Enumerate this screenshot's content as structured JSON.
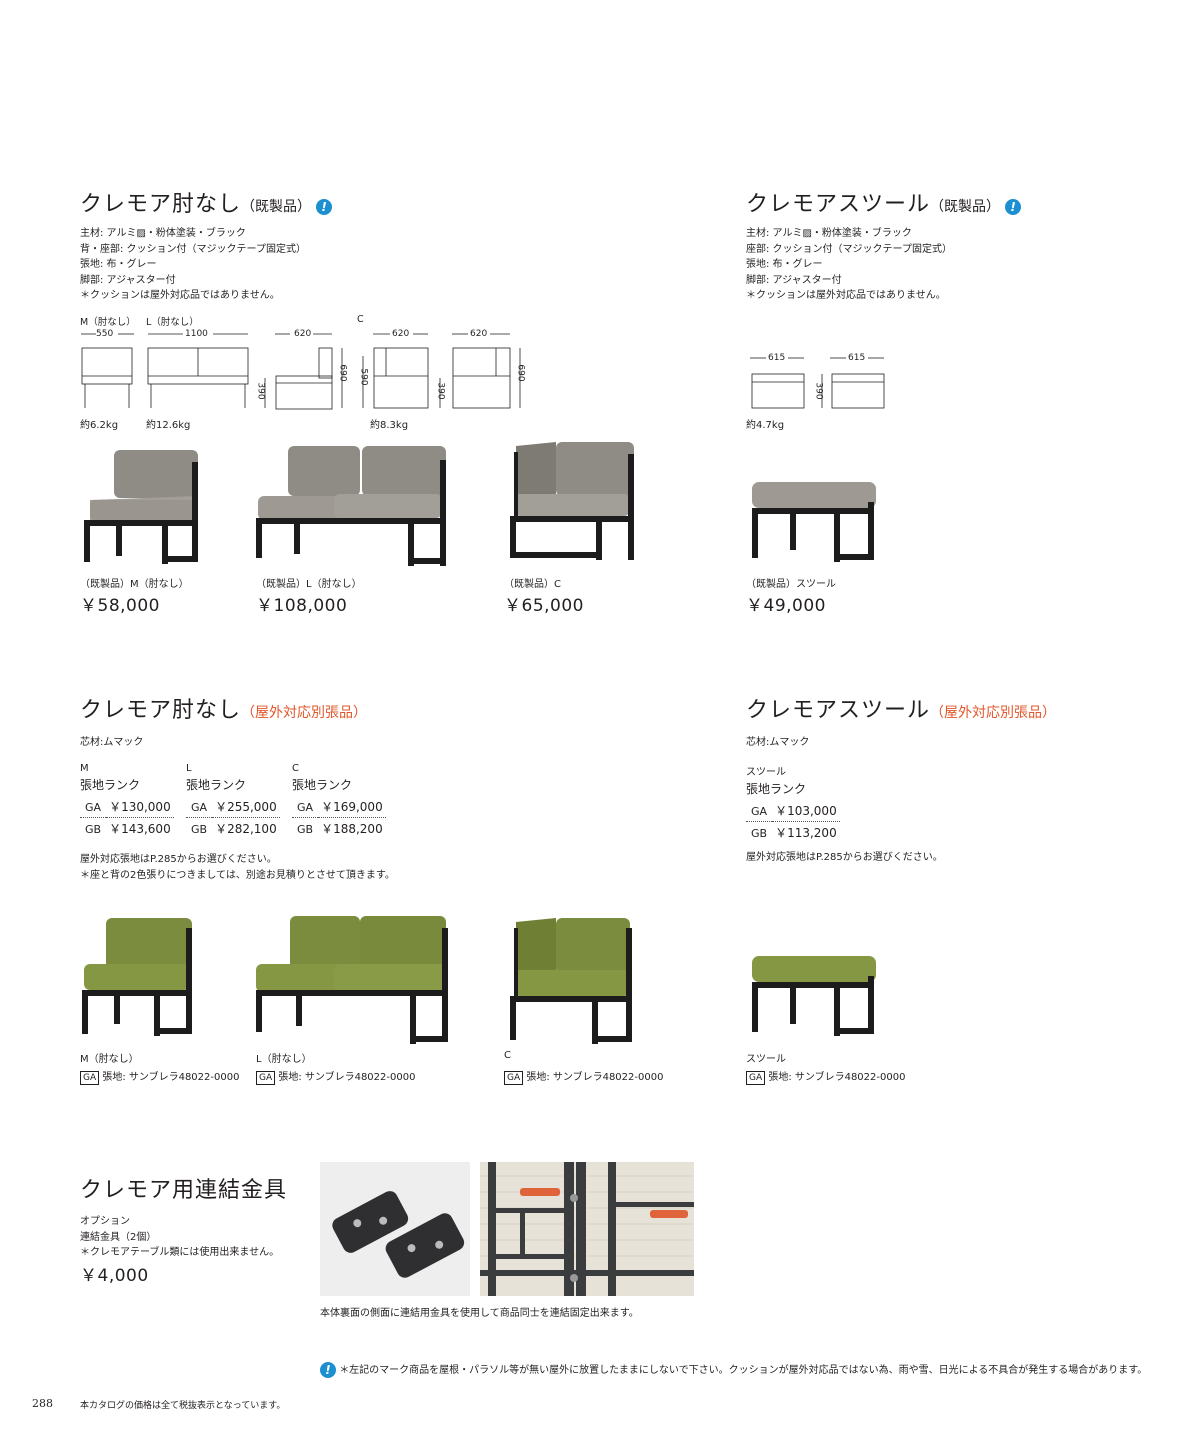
{
  "section1": {
    "title": "クレモア肘なし",
    "subtitle": "（既製品）",
    "specs": [
      "主材: アルミ▨・粉体塗装・ブラック",
      "背・座部: クッション付（マジックテープ固定式）",
      "張地: 布・グレー",
      "脚部: アジャスター付",
      "＊クッションは屋外対応品ではありません。"
    ],
    "dim_labels": {
      "m": "M（肘なし）",
      "l": "L（肘なし）",
      "c": "C"
    },
    "dims": {
      "w_m": "550",
      "w_l": "1100",
      "w_side": "620",
      "w_c": "620",
      "w_c2": "620",
      "h1": "390",
      "h2": "690",
      "h3": "590",
      "h4": "390",
      "h5": "690"
    },
    "weights": {
      "m": "約6.2kg",
      "l": "約12.6kg",
      "c": "約8.3kg"
    },
    "products": [
      {
        "name": "（既製品）M（肘なし）",
        "price": "￥58,000"
      },
      {
        "name": "（既製品）L（肘なし）",
        "price": "￥108,000"
      },
      {
        "name": "（既製品）C",
        "price": "￥65,000"
      }
    ]
  },
  "section2": {
    "title": "クレモアスツール",
    "subtitle": "（既製品）",
    "specs": [
      "主材: アルミ▨・粉体塗装・ブラック",
      "座部: クッション付（マジックテープ固定式）",
      "張地: 布・グレー",
      "脚部: アジャスター付",
      "＊クッションは屋外対応品ではありません。"
    ],
    "dims": {
      "w": "615",
      "w2": "615",
      "h": "390"
    },
    "weight": "約4.7kg",
    "product": {
      "name": "（既製品）スツール",
      "price": "￥49,000"
    }
  },
  "section3": {
    "title": "クレモア肘なし",
    "subtitle": "（屋外対応別張品）",
    "core": "芯材:ムマック",
    "rank_label": "張地ランク",
    "tables": [
      {
        "label": "M",
        "rows": [
          {
            "rank": "GA",
            "price": "￥130,000"
          },
          {
            "rank": "GB",
            "price": "￥143,600"
          }
        ]
      },
      {
        "label": "L",
        "rows": [
          {
            "rank": "GA",
            "price": "￥255,000"
          },
          {
            "rank": "GB",
            "price": "￥282,100"
          }
        ]
      },
      {
        "label": "C",
        "rows": [
          {
            "rank": "GA",
            "price": "￥169,000"
          },
          {
            "rank": "GB",
            "price": "￥188,200"
          }
        ]
      }
    ],
    "notes": [
      "屋外対応張地はP.285からお選びください。",
      "＊座と背の2色張りにつきましては、別途お見積りとさせて頂きます。"
    ],
    "products": [
      {
        "name": "M（肘なし）",
        "rank": "GA",
        "fabric": "張地: サンブレラ48022-0000"
      },
      {
        "name": "L（肘なし）",
        "rank": "GA",
        "fabric": "張地: サンブレラ48022-0000"
      },
      {
        "name": "C",
        "rank": "GA",
        "fabric": "張地: サンブレラ48022-0000"
      }
    ]
  },
  "section4": {
    "title": "クレモアスツール",
    "subtitle": "（屋外対応別張品）",
    "core": "芯材:ムマック",
    "table_label": "スツール",
    "rank_label": "張地ランク",
    "rows": [
      {
        "rank": "GA",
        "price": "￥103,000"
      },
      {
        "rank": "GB",
        "price": "￥113,200"
      }
    ],
    "note": "屋外対応張地はP.285からお選びください。",
    "product": {
      "name": "スツール",
      "rank": "GA",
      "fabric": "張地: サンブレラ48022-0000"
    }
  },
  "section5": {
    "title": "クレモア用連結金具",
    "specs": [
      "オプション",
      "連結金具（2個）",
      "＊クレモアテーブル類には使用出来ません。"
    ],
    "price": "￥4,000",
    "caption": "本体裏面の側面に連結用金具を使用して商品同士を連結固定出来ます。"
  },
  "footer": {
    "warning": "＊左記のマーク商品を屋根・パラソル等が無い屋外に放置したままにしないで下さい。クッションが屋外対応品ではない為、雨や雪、日光による不具合が発生する場合があります。",
    "page_number": "288",
    "tax_note": "本カタログの価格は全て税抜表示となっています。"
  },
  "colors": {
    "accent_orange": "#e2572b",
    "warn_blue": "#1b8fd0",
    "cushion_gray": "#8f8b85",
    "cushion_green": "#7c8c3e",
    "frame": "#1c1c1c"
  }
}
